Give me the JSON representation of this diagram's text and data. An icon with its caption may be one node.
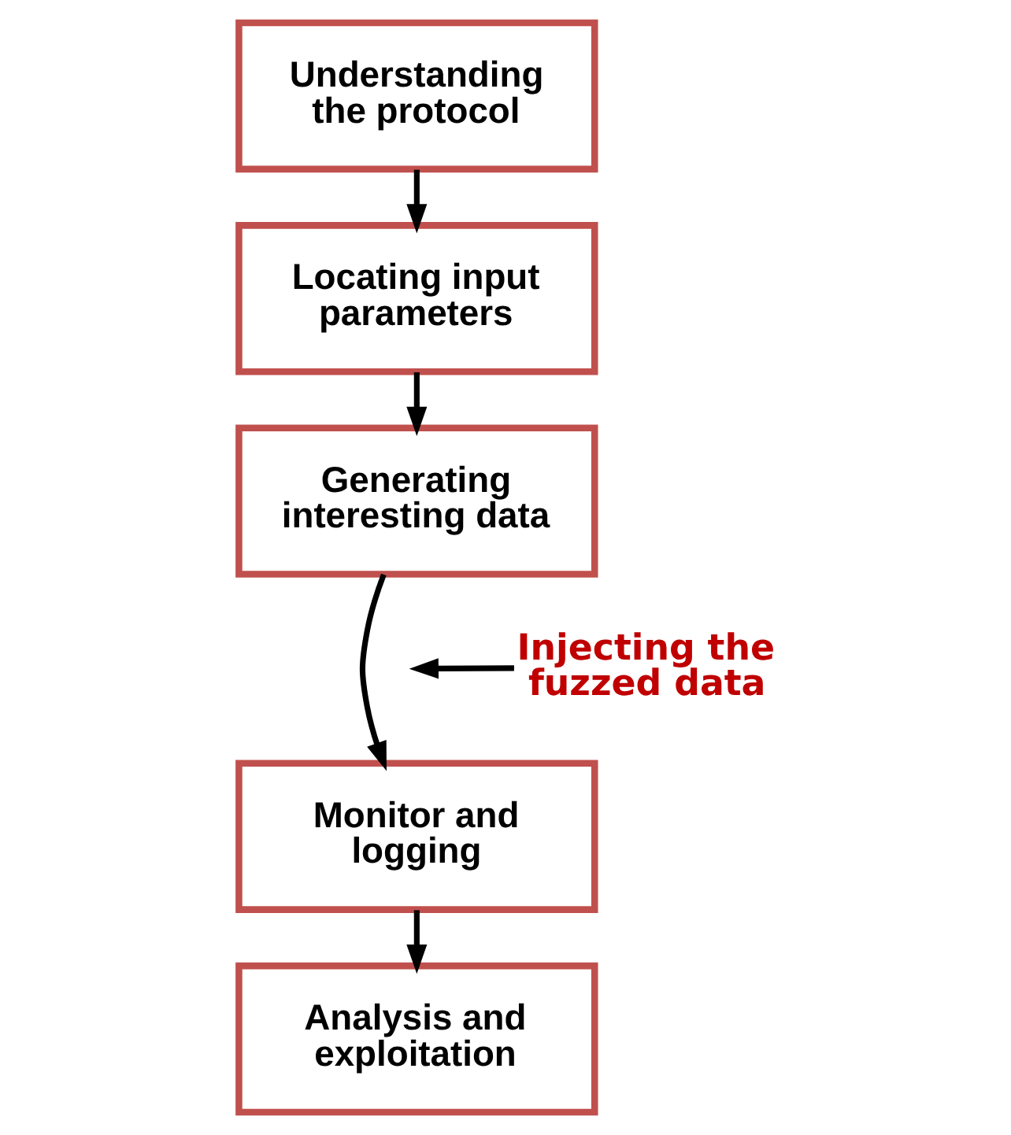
{
  "diagram": {
    "nodes": [
      {
        "text": [
          "Understanding the protocol"
        ]
      },
      {
        "text": [
          "Locating input parameters"
        ]
      },
      {
        "text": [
          "Generating interesting data"
        ]
      },
      {
        "text": [
          "Monitor and logging"
        ]
      },
      {
        "text": [
          "Analysis and exploitation"
        ]
      },
      {
        "text": [
          "Injecting the fuzzed data"
        ]
      }
    ],
    "edges": [
      {
        "from": 0,
        "to": 1,
        "arrow": "to"
      },
      {
        "from": 1,
        "to": 2,
        "arrow": "to"
      },
      {
        "from": 2,
        "to": 3,
        "arrow": "to"
      },
      {
        "from": 3,
        "to": 4,
        "arrow": "to"
      },
      {
        "from": 5,
        "to": null,
        "arrow": "to"
      }
    ]
  }
}
